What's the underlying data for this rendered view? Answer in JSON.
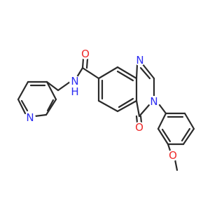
{
  "colors": {
    "bond": "#2b2b2b",
    "nitrogen": "#2c2cf2",
    "oxygen": "#ee2a2a",
    "background": "#ffffff"
  },
  "atoms": {
    "amide_oxygen": "O",
    "amide_nh": "N",
    "amide_h": "H",
    "pyridine_nitrogen": "N",
    "quinazoline_n1": "N",
    "quinazoline_n3": "N",
    "carbonyl_oxygen": "O",
    "methoxy_oxygen": "O"
  }
}
